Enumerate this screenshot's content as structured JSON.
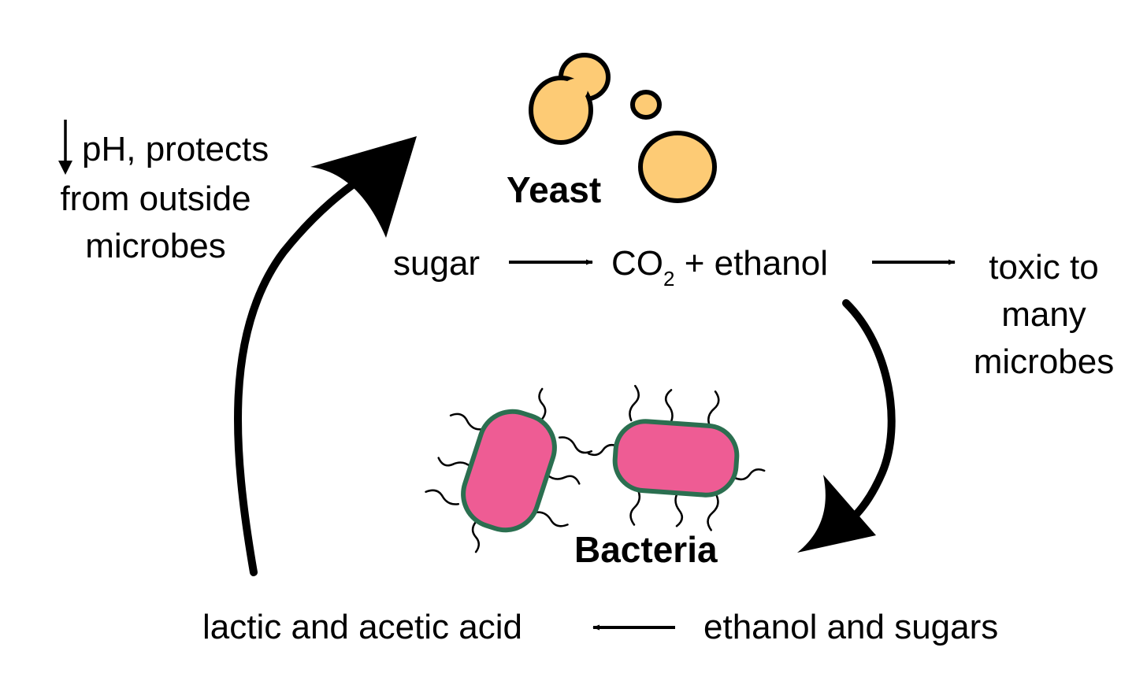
{
  "colors": {
    "yeast_fill": "#FDCB75",
    "bacteria_fill": "#EE5C94",
    "bacteria_outline": "#2B6F50",
    "ink": "#000000"
  },
  "labels": {
    "yeast": "Yeast",
    "bacteria": "Bacteria",
    "sugar": "sugar",
    "co2_main": "CO",
    "co2_sub": "2",
    "ethanol_part": " + ethanol",
    "toxic_line1": "toxic to",
    "toxic_line2": "many",
    "toxic_line3": "microbes",
    "ph_line1": "pH, protects",
    "ph_line2": "from outside",
    "ph_line3": "microbes",
    "ethanol_sugars": "ethanol and sugars",
    "acids": "lactic and acetic acid"
  },
  "icons": [
    "down-arrow-icon",
    "yeast-cell-icon",
    "bacterium-icon",
    "cycle-arrow-icon"
  ]
}
